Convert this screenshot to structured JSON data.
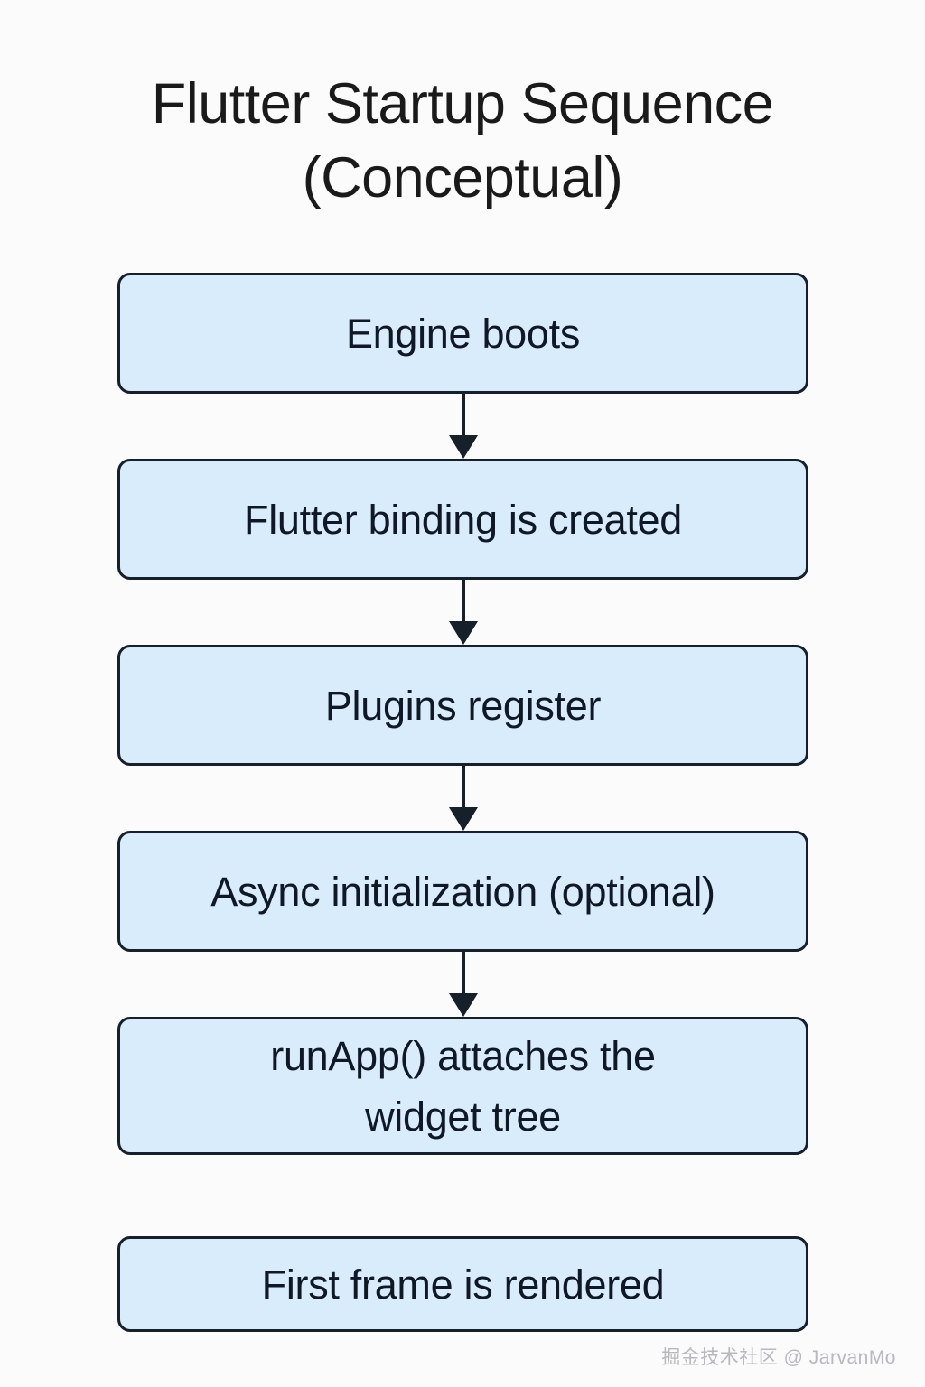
{
  "meta": {
    "background_color": "#fbfbfc",
    "node_fill_color": "#d9ecfc",
    "node_border_color": "#15202b",
    "text_color": "#101826",
    "watermark_color": "#b9b9bd"
  },
  "title": "Flutter Startup Sequence\n(Conceptual)",
  "diagram": {
    "type": "flowchart",
    "orientation": "vertical",
    "nodes": [
      {
        "id": "engine-boots",
        "label": "Engine boots"
      },
      {
        "id": "flutter-binding",
        "label": "Flutter binding is created"
      },
      {
        "id": "plugins-register",
        "label": "Plugins register"
      },
      {
        "id": "async-init",
        "label": "Async initialization (optional)"
      },
      {
        "id": "run-app",
        "label": "runApp() attaches the\nwidget tree"
      },
      {
        "id": "first-frame",
        "label": "First frame is rendered"
      }
    ],
    "connectors": [
      {
        "from": "engine-boots",
        "to": "flutter-binding",
        "arrow": true
      },
      {
        "from": "flutter-binding",
        "to": "plugins-register",
        "arrow": true
      },
      {
        "from": "plugins-register",
        "to": "async-init",
        "arrow": true
      },
      {
        "from": "async-init",
        "to": "run-app",
        "arrow": true
      },
      {
        "from": "run-app",
        "to": "first-frame",
        "arrow": false
      }
    ]
  },
  "watermark": "掘金技术社区 @ JarvanMo"
}
